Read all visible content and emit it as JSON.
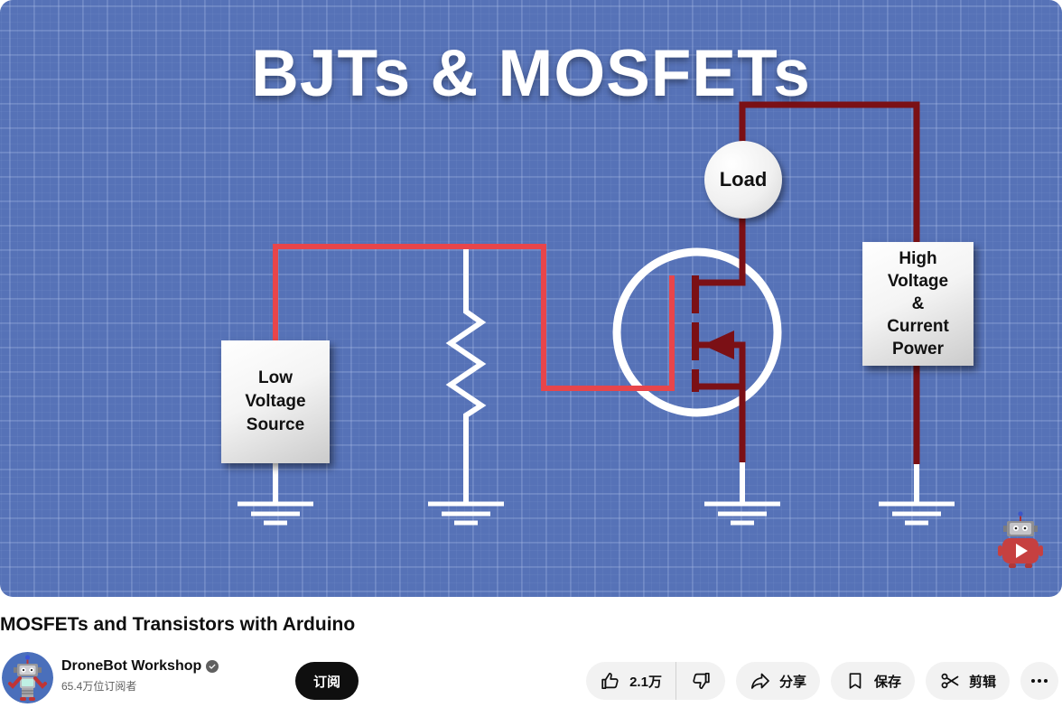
{
  "thumbnail": {
    "title": "BJTs & MOSFETs",
    "load_label": "Load",
    "low_voltage_source": [
      "Low",
      "Voltage",
      "Source"
    ],
    "high_voltage_power": [
      "High",
      "Voltage",
      "&",
      "Current",
      "Power"
    ],
    "colors": {
      "background_blue": "#5672b7",
      "grid_line": "#7d93cc",
      "wire_dark_red": "#7b1015",
      "wire_bright_red": "#e8454a",
      "wire_white": "#ffffff"
    },
    "watermark": "dronebot-robot-play-logo"
  },
  "video": {
    "title": "MOSFETs and Transistors with Arduino"
  },
  "channel": {
    "name": "DroneBot Workshop",
    "verified_icon": "verified-check-icon",
    "subscribers": "65.4万位订阅者",
    "subscribe_label": "订阅"
  },
  "actions": {
    "like_count": "2.1万",
    "like_icon": "thumbs-up-icon",
    "dislike_icon": "thumbs-down-icon",
    "share_label": "分享",
    "share_icon": "share-arrow-icon",
    "save_label": "保存",
    "save_icon": "bookmark-icon",
    "clip_label": "剪辑",
    "clip_icon": "scissors-icon",
    "more_icon": "more-dots-icon"
  }
}
